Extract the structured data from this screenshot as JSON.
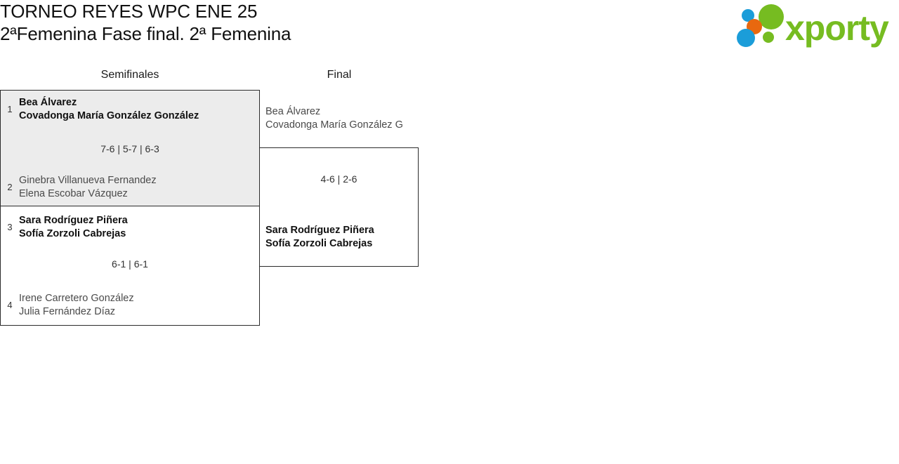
{
  "header": {
    "title_line1": "TORNEO REYES WPC ENE 25",
    "title_line2": "2ªFemenina Fase final. 2ª Femenina"
  },
  "logo": {
    "wordmark": "xporty",
    "green": "#76bc21",
    "blue": "#1b9dd9",
    "orange": "#e8680f"
  },
  "rounds": [
    {
      "label": "Semifinales"
    },
    {
      "label": "Final"
    }
  ],
  "bracket": {
    "semifinals": [
      {
        "highlight": true,
        "score": "7-6 | 5-7 | 6-3",
        "top": {
          "seed": "1",
          "result": "winner",
          "player1": "Bea Álvarez",
          "player2": "Covadonga María González González"
        },
        "bottom": {
          "seed": "2",
          "result": "loser",
          "player1": "Ginebra Villanueva Fernandez",
          "player2": "Elena Escobar Vázquez"
        }
      },
      {
        "highlight": false,
        "score": "6-1 | 6-1",
        "top": {
          "seed": "3",
          "result": "winner",
          "player1": "Sara Rodríguez Piñera",
          "player2": "Sofía Zorzoli Cabrejas"
        },
        "bottom": {
          "seed": "4",
          "result": "loser",
          "player1": "Irene Carretero González",
          "player2": "Julia Fernández Díaz"
        }
      }
    ],
    "final": {
      "score": "4-6 | 2-6",
      "top": {
        "seed": "",
        "result": "loser",
        "player1": "Bea Álvarez",
        "player2": "Covadonga María González G"
      },
      "bottom": {
        "seed": "",
        "result": "winner",
        "player1": "Sara Rodríguez Piñera",
        "player2": "Sofía Zorzoli Cabrejas"
      }
    }
  }
}
